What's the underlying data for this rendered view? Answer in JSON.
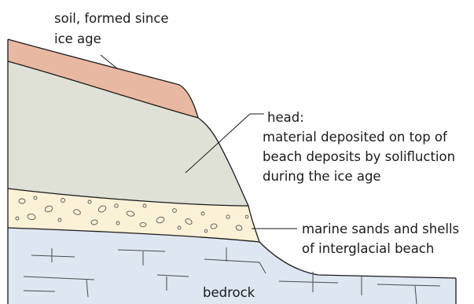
{
  "labels": {
    "soil_line1": "soil, formed since",
    "soil_line2": "ice age",
    "head_line1": "head:",
    "head_line2": "material deposited on top of",
    "head_line3": "beach deposits by solifluction",
    "head_line4": "during the ice age",
    "marine_line1": "marine sands and shells",
    "marine_line2": "of interglacial beach",
    "bedrock": "bedrock"
  },
  "colors": {
    "soil": "#E9B8A2",
    "head": "#DFE0D6",
    "beach": "#FBF1D7",
    "bedrock": "#DEE6F2",
    "outline": "#1a1a1a"
  }
}
